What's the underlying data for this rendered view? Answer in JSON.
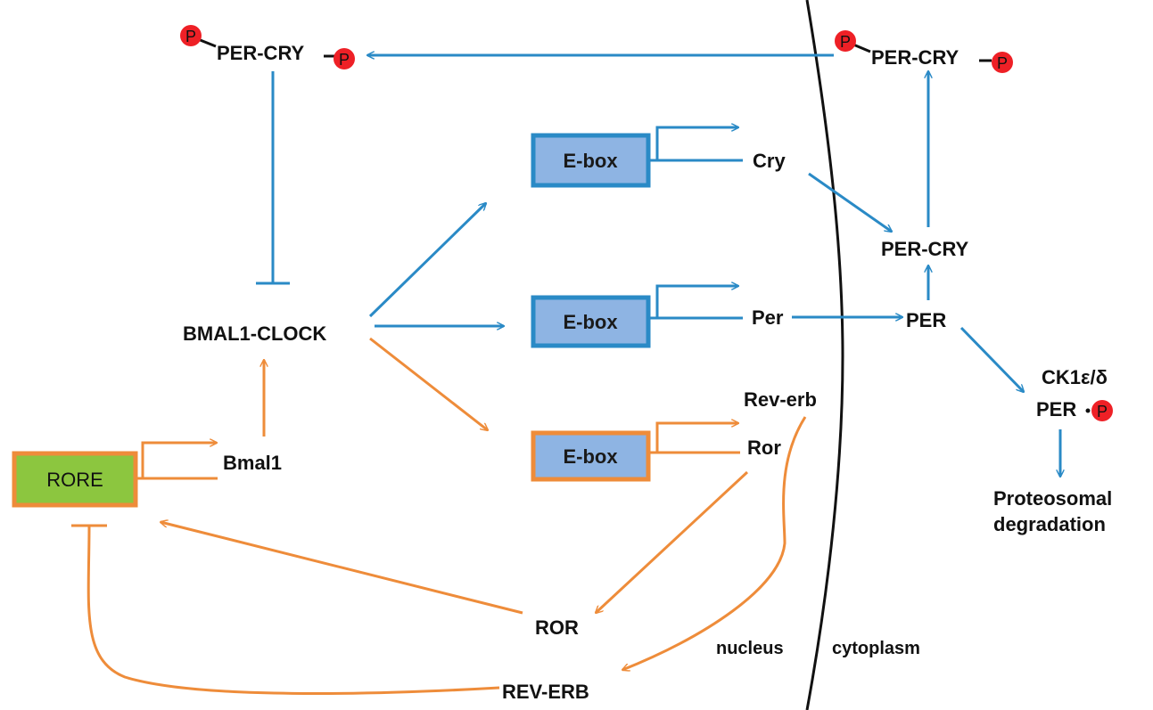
{
  "colors": {
    "blue": "#2a8ac6",
    "orange": "#ee8c3a",
    "ebox_fill": "#8eb4e3",
    "rore_fill": "#8cc63f",
    "phospho_red": "#ee2026",
    "membrane": "#111111"
  },
  "labels": {
    "per_cry_p_nucleus": "PER-CRY",
    "per_cry_p_cytoplasm": "PER-CRY",
    "p_symbol": "P",
    "ebox_cry": "E-box",
    "ebox_per": "E-box",
    "ebox_rev": "E-box",
    "rore": "RORE",
    "cry": "Cry",
    "per": "Per",
    "rev_erb_gene": "Rev-erb",
    "ror_gene": "Ror",
    "bmal1_gene": "Bmal1",
    "bmal1_clock": "BMAL1-CLOCK",
    "per_cry": "PER-CRY",
    "per_protein": "PER",
    "ck1": "CK1ε/δ",
    "per_p": "PER",
    "proteosomal": "Proteosomal",
    "degradation": "degradation",
    "ror_protein": "ROR",
    "rev_erb_protein": "REV-ERB",
    "nucleus": "nucleus",
    "cytoplasm": "cytoplasm"
  }
}
